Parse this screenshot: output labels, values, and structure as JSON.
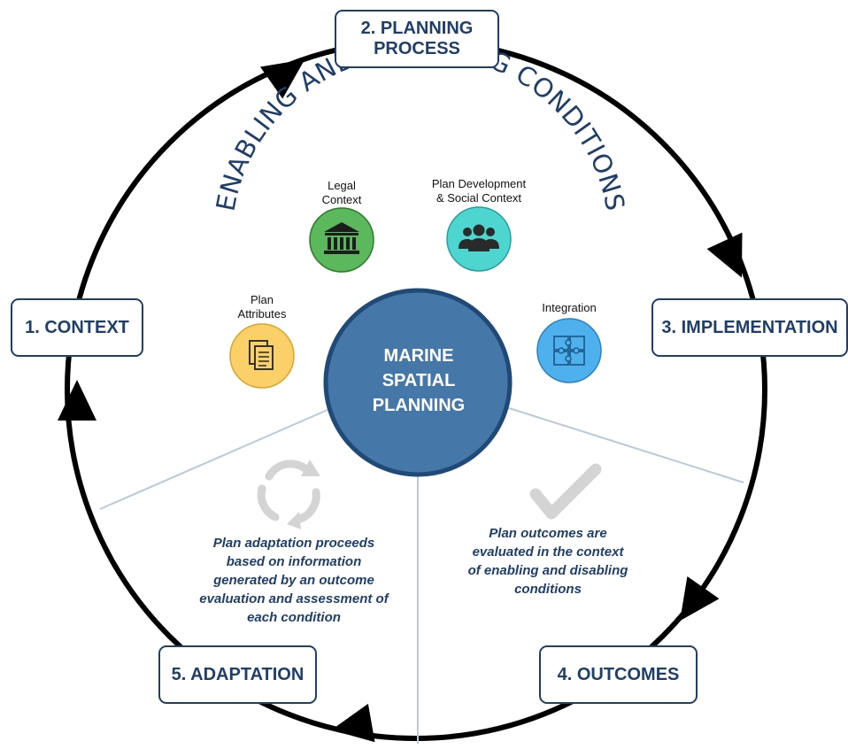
{
  "stages": {
    "planning_process": [
      "2. PLANNING",
      "PROCESS"
    ],
    "context": "1. CONTEXT",
    "implementation": "3. IMPLEMENTATION",
    "outcomes": "4. OUTCOMES",
    "adaptation": "5. ADAPTATION"
  },
  "arc_title": "ENABLING AND DISABLING CONDITIONS",
  "conditions": {
    "legal_context": [
      "Legal",
      "Context"
    ],
    "plan_development": [
      "Plan Development",
      "& Social Context"
    ],
    "plan_attributes": [
      "Plan",
      "Attributes"
    ],
    "integration": [
      "Integration"
    ]
  },
  "center": [
    "MARINE",
    "SPATIAL",
    "PLANNING"
  ],
  "adaptation_text": [
    "Plan adaptation proceeds",
    "based on information",
    "generated by an outcome",
    "evaluation and assessment of",
    "each condition"
  ],
  "outcomes_text": [
    "Plan outcomes are",
    "evaluated in the context",
    "of enabling and disabling",
    "conditions"
  ],
  "colors": {
    "navy": "#1f3f6a",
    "center_fill": "#4578a8",
    "center_border": "#1f4a78",
    "legal_green": "#5cb85c",
    "social_teal": "#4dd6d0",
    "attributes_yellow": "#fbd068",
    "integration_blue": "#4fb0ee",
    "divider": "#b9cad9",
    "ghost_icon": "#d4d4d4"
  },
  "icons": [
    "bank-icon",
    "people-group-icon",
    "documents-icon",
    "puzzle-icon",
    "refresh-cycle-icon",
    "checkmark-icon"
  ]
}
